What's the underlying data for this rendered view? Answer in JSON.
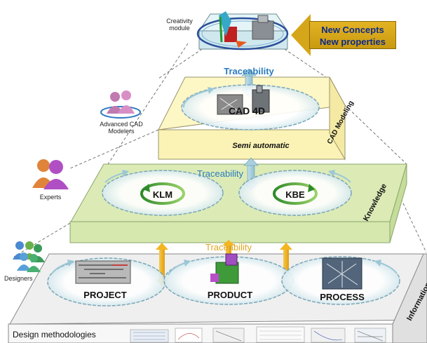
{
  "creativity": {
    "label_line1": "Creativity",
    "label_line2": "module",
    "concepts_line1": "New Concepts",
    "concepts_line2": "New properties"
  },
  "cad_layer": {
    "traceability": "Traceability",
    "center_label": "CAD 4D",
    "side_label": "CAD Modeling",
    "front_label": "Semi automatic",
    "actor_line1": "Advanced CAD",
    "actor_line2": "Modelers"
  },
  "knowledge_layer": {
    "traceability": "Traceability",
    "klm_label": "KLM",
    "kbe_label": "KBE",
    "side_label": "Knowledge",
    "actor": "Experts"
  },
  "information_layer": {
    "traceability": "Traceability",
    "project_label": "PROJECT",
    "product_label": "PRODUCT",
    "process_label": "PROCESS",
    "side_label": "Information",
    "actor": "Designers",
    "footer": "Design methodologies"
  },
  "colors": {
    "yellow_layer": "#fdf7c6",
    "green_layer": "#d9ebb3",
    "grey_layer": "#eeeeee",
    "top_box": "#d8eef3",
    "traceability_blue": "#2a7bbf",
    "traceability_orange": "#e0a520",
    "arrow_orange": "#f4b521",
    "arrow_blue": "#a9d0de"
  }
}
